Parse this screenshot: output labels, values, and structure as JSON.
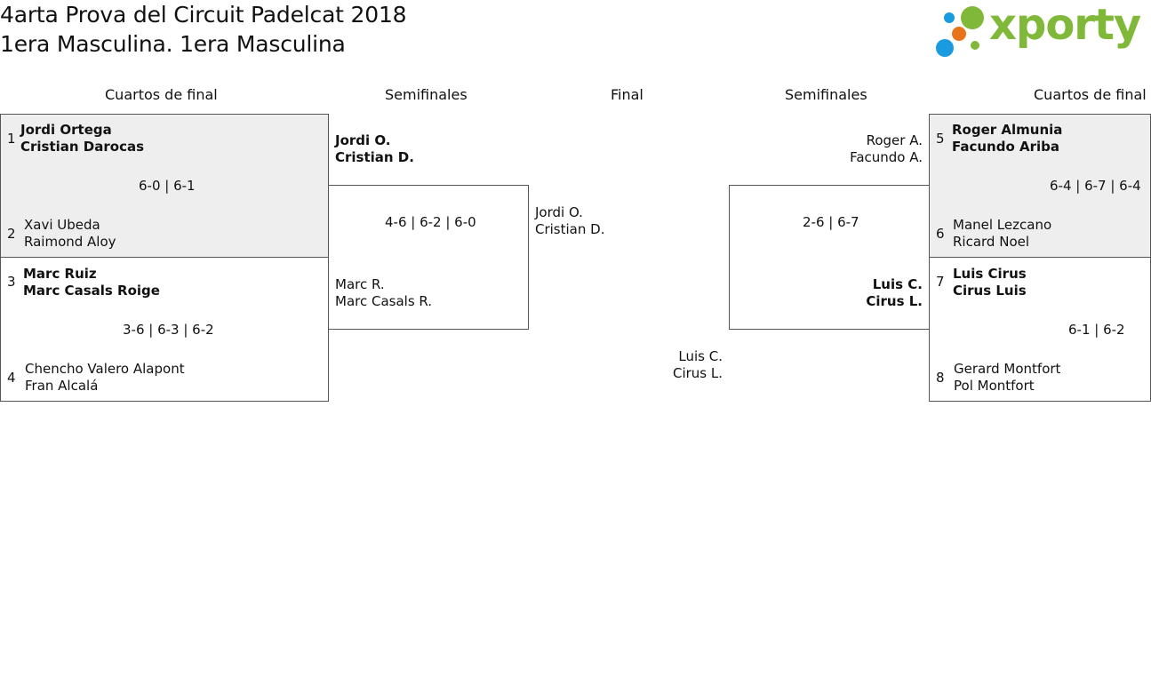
{
  "header": {
    "title_line1": "4arta Prova del Circuit Padelcat 2018",
    "title_line2": "1era Masculina. 1era Masculina",
    "logo_text": "xporty",
    "logo_dot_colors": [
      "#1a9be0",
      "#e8731a",
      "#1a9be0",
      "#80b83a"
    ]
  },
  "rounds": {
    "left_quarter": "Cuartos de final",
    "left_semi": "Semifinales",
    "final": "Final",
    "right_semi": "Semifinales",
    "right_quarter": "Cuartos de final"
  },
  "quarterfinals_left": [
    {
      "top": {
        "seed": "1",
        "p1": "Jordi Ortega",
        "p2": "Cristian Darocas"
      },
      "bottom": {
        "seed": "2",
        "p1": "Xavi Ubeda",
        "p2": "Raimond Aloy"
      },
      "score": "6-0 | 6-1"
    },
    {
      "top": {
        "seed": "3",
        "p1": "Marc Ruiz",
        "p2": "Marc Casals Roige"
      },
      "bottom": {
        "seed": "4",
        "p1": "Chencho Valero Alapont",
        "p2": "Fran Alcalá"
      },
      "score": "3-6 | 6-3 | 6-2"
    }
  ],
  "semifinal_left": {
    "top": {
      "p1": "Jordi O.",
      "p2": "Cristian D."
    },
    "bottom": {
      "p1": "Marc R.",
      "p2": "Marc Casals R."
    },
    "score": "4-6 | 6-2 | 6-0"
  },
  "final": {
    "left": {
      "p1": "Jordi O.",
      "p2": "Cristian D."
    },
    "right": {
      "p1": "Luis C.",
      "p2": "Cirus L."
    }
  },
  "semifinal_right": {
    "top": {
      "p1": "Roger A.",
      "p2": "Facundo A."
    },
    "bottom": {
      "p1": "Luis C.",
      "p2": "Cirus L."
    },
    "score": "2-6 | 6-7"
  },
  "quarterfinals_right": [
    {
      "top": {
        "seed": "5",
        "p1": "Roger Almunia",
        "p2": "Facundo Ariba"
      },
      "bottom": {
        "seed": "6",
        "p1": "Manel Lezcano",
        "p2": "Ricard Noel"
      },
      "score": "6-4 | 6-7 | 6-4"
    },
    {
      "top": {
        "seed": "7",
        "p1": "Luis Cirus",
        "p2": "Cirus Luis"
      },
      "bottom": {
        "seed": "8",
        "p1": "Gerard Montfort",
        "p2": "Pol Montfort"
      },
      "score": "6-1 | 6-2"
    }
  ]
}
